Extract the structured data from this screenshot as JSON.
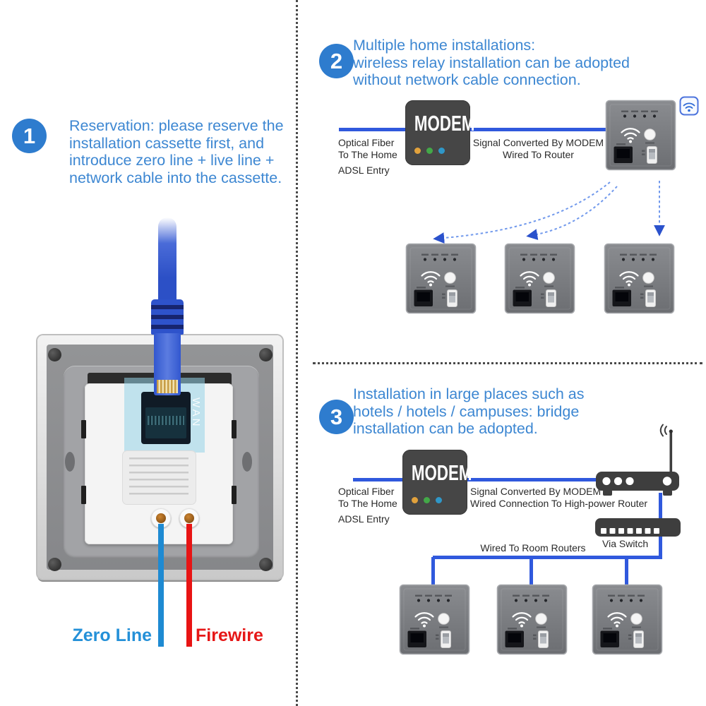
{
  "step1": {
    "badge": "1",
    "heading_lines": [
      "Reservation: please reserve the",
      "installation cassette first, and",
      "introduce zero line + live line +",
      "network cable into the cassette."
    ],
    "wan_label": "WAN",
    "zero_line_label": "Zero Line",
    "firewire_label": "Firewire"
  },
  "step2": {
    "badge": "2",
    "heading_lines": [
      "Multiple home installations:",
      "wireless relay installation can be adopted",
      "without network cable connection."
    ],
    "modem_label": "MODEM",
    "optical_label_lines": [
      "Optical Fiber",
      "To The Home"
    ],
    "adsl_label": "ADSL Entry",
    "signal_label_lines": [
      "Signal Converted By MODEM",
      "Wired To Router"
    ]
  },
  "step3": {
    "badge": "3",
    "heading_lines": [
      "Installation in large places such as",
      "hotels / hotels / campuses: bridge",
      "installation can be adopted."
    ],
    "modem_label": "MODEM",
    "optical_label_lines": [
      "Optical Fiber",
      "To The Home"
    ],
    "adsl_label": "ADSL Entry",
    "signal_label_lines": [
      "Signal Converted By MODEM",
      "Wired Connection To High-power Router"
    ],
    "via_switch_label": "Via Switch",
    "room_routers_label": "Wired To Room Routers"
  },
  "icons": {
    "wifi_badge": "wifi-icon",
    "panel_wifi": "wifi-icon",
    "antenna": "antenna-signal-icon"
  },
  "colors": {
    "accent_blue_text": "#3d87d2",
    "badge_blue": "#2e7cce",
    "connection_blue": "#3059dd",
    "dashed_arrow_blue": "#7199ec",
    "arrowhead_blue": "#2b52cc",
    "zero_line_blue": "#2490d8",
    "firewire_red": "#e61717",
    "modem_dark": "#464646",
    "device_dark": "#3e3e3e",
    "panel_gray": "#7b7d81",
    "modem_dot_colors": [
      "#e2a23c",
      "#43a848",
      "#2f97c8"
    ]
  }
}
